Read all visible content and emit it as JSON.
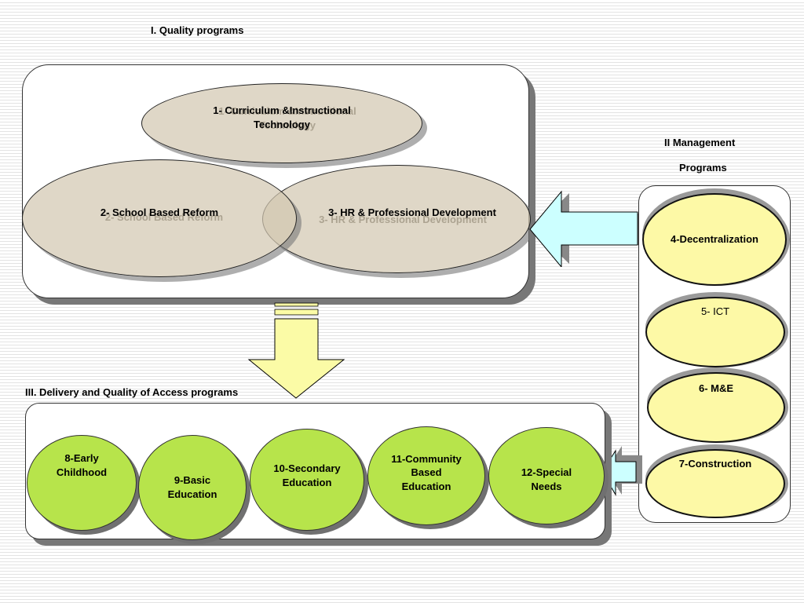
{
  "sections": {
    "quality_title": "I. Quality programs",
    "management_title_line1": "II Management",
    "management_title_line2": "Programs",
    "delivery_title": "III. Delivery and Quality of  Access   programs"
  },
  "quality_programs": {
    "curriculum": "1- Curriculum &Instructional Technology",
    "school_reform": "2- School Based Reform",
    "hr_development": "3- HR & Professional Development"
  },
  "management_programs": {
    "decentralization": "4-Decentralization",
    "ict": "5- ICT",
    "me": "6- M&E",
    "construction": "7-Construction"
  },
  "delivery_programs": {
    "early_childhood": "8-Early Childhood",
    "basic_education": "9-Basic Education",
    "secondary_education": "10-Secondary Education",
    "community_education": "11-Community Based Education",
    "special_needs": "12-Special Needs"
  },
  "colors": {
    "quality_fill": "#d2c8b2",
    "management_fill": "#fdf9a6",
    "delivery_fill": "#b7e44b",
    "cyan_arrow": "#ccffff",
    "yellow_arrow": "#fbfba6"
  }
}
